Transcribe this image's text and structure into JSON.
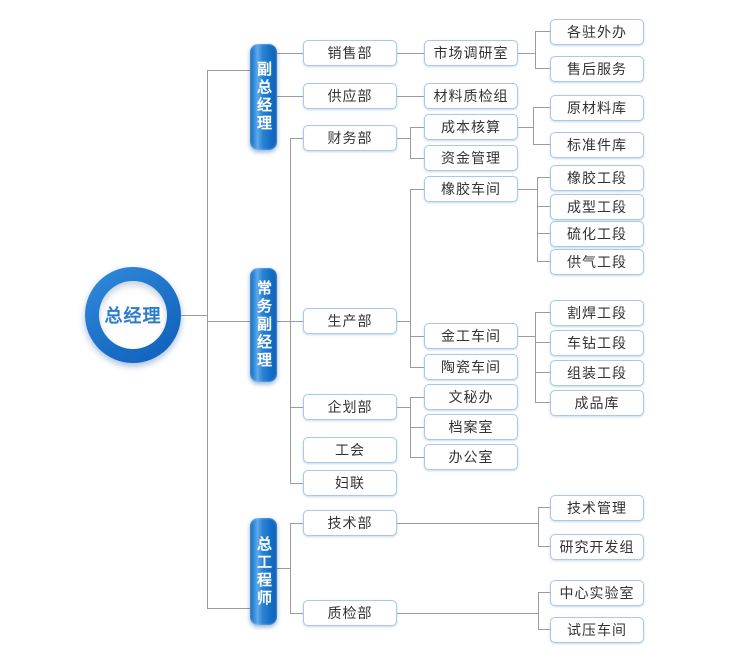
{
  "colors": {
    "connector_line": "#9c9c9c",
    "box_border": "#aac8e8",
    "box_text": "#333333",
    "bar_blue": "#1470c8",
    "root_text_blue": "#2b7ccb"
  },
  "org": {
    "root": {
      "label": "总经理"
    },
    "branches": [
      {
        "label": "副总经理",
        "children": [
          {
            "label": "销售部",
            "children": [
              {
                "label": "市场调研室",
                "children": [
                  {
                    "label": "各驻外办"
                  },
                  {
                    "label": "售后服务"
                  }
                ]
              }
            ]
          },
          {
            "label": "供应部",
            "children": [
              {
                "label": "材料质检组"
              }
            ]
          }
        ]
      },
      {
        "label": "常务副经理",
        "children": [
          {
            "label": "财务部",
            "children": [
              {
                "label": "成本核算",
                "children": [
                  {
                    "label": "原材料库"
                  },
                  {
                    "label": "标准件库"
                  }
                ]
              },
              {
                "label": "资金管理"
              }
            ]
          },
          {
            "label": "生产部",
            "children": [
              {
                "label": "橡胶车间",
                "children": [
                  {
                    "label": "橡胶工段"
                  },
                  {
                    "label": "成型工段"
                  },
                  {
                    "label": "硫化工段"
                  },
                  {
                    "label": "供气工段"
                  }
                ]
              },
              {
                "label": "金工车间",
                "children": [
                  {
                    "label": "割焊工段"
                  },
                  {
                    "label": "车钻工段"
                  },
                  {
                    "label": "组装工段"
                  },
                  {
                    "label": "成品库"
                  }
                ]
              },
              {
                "label": "陶瓷车间"
              }
            ]
          },
          {
            "label": "企划部",
            "children": [
              {
                "label": "文秘办"
              },
              {
                "label": "档案室"
              },
              {
                "label": "办公室"
              }
            ]
          },
          {
            "label": "工会"
          },
          {
            "label": "妇联"
          }
        ]
      },
      {
        "label": "总工程师",
        "children": [
          {
            "label": "技术部",
            "children": [
              {
                "label": "技术管理"
              },
              {
                "label": "研究开发组"
              }
            ]
          },
          {
            "label": "质检部",
            "children": [
              {
                "label": "中心实验室"
              },
              {
                "label": "试压车间"
              }
            ]
          }
        ]
      }
    ]
  }
}
